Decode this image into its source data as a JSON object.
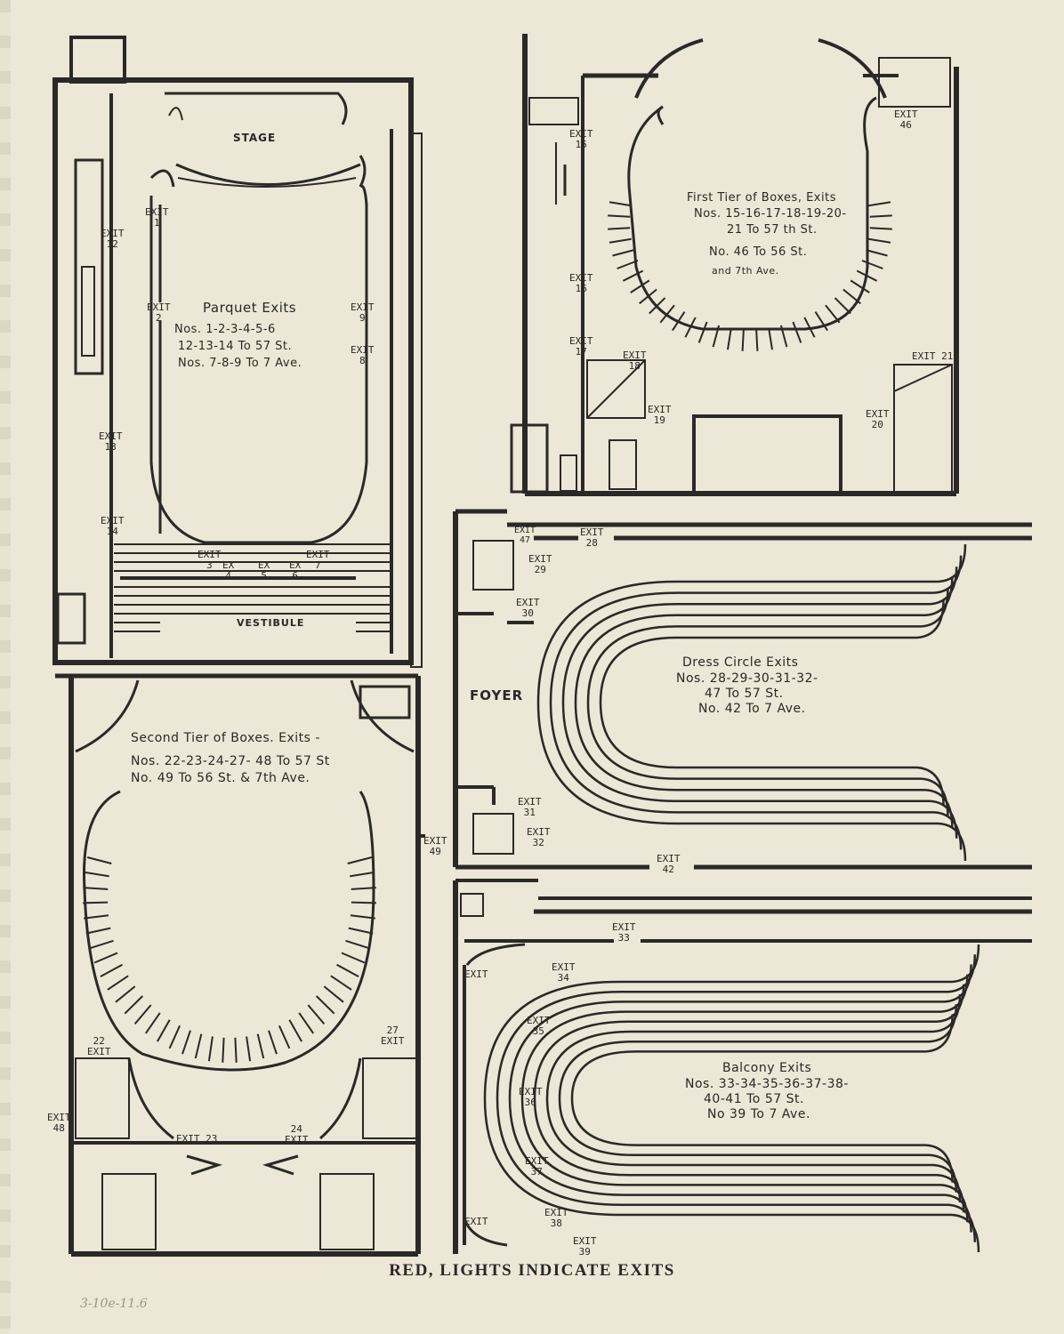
{
  "footer": "RED, LIGHTS INDICATE EXITS",
  "pencil_note": "3-10e-11.6",
  "panels": {
    "parquet": {
      "title": "Parquet Exits",
      "lines": [
        "Nos. 1-2-3-4-5-6",
        "12-13-14 To 57 St.",
        "Nos. 7-8-9 To 7 Ave."
      ],
      "stage": "STAGE",
      "vestibule": "VESTIBULE",
      "exits": [
        {
          "id": "p1",
          "text": "EXIT\n1"
        },
        {
          "id": "p2",
          "text": "EXIT\n2"
        },
        {
          "id": "p12",
          "text": "EXIT\n12"
        },
        {
          "id": "p13",
          "text": "EXIT\n13"
        },
        {
          "id": "p14",
          "text": "EXIT\n14"
        },
        {
          "id": "p9",
          "text": "EXIT\n9"
        },
        {
          "id": "p8",
          "text": "EXIT\n8"
        },
        {
          "id": "p3",
          "text": "EXIT\n3"
        },
        {
          "id": "p4",
          "text": "EX\n4"
        },
        {
          "id": "p5",
          "text": "EX\n5"
        },
        {
          "id": "p6",
          "text": "EX\n6"
        },
        {
          "id": "p7",
          "text": "EXIT\n7"
        }
      ]
    },
    "first_tier": {
      "title": "First Tier of Boxes, Exits",
      "lines": [
        "Nos. 15-16-17-18-19-20-",
        "21 To 57 th St.",
        "No. 46 To 56 St.",
        "and 7th Ave."
      ],
      "exits": [
        {
          "id": "f15",
          "text": "EXIT\n15"
        },
        {
          "id": "f16",
          "text": "EXIT\n16"
        },
        {
          "id": "f17",
          "text": "EXIT\n17"
        },
        {
          "id": "f18",
          "text": "EXIT\n18"
        },
        {
          "id": "f19",
          "text": "EXIT\n19"
        },
        {
          "id": "f46",
          "text": "EXIT\n46"
        },
        {
          "id": "f21",
          "text": "EXIT 21"
        },
        {
          "id": "f20",
          "text": "EXIT\n20"
        }
      ]
    },
    "second_tier": {
      "title": "Second Tier of Boxes. Exits -",
      "lines": [
        "Nos. 22-23-24-27- 48 To 57 St",
        "No. 49 To 56 St. & 7th Ave."
      ],
      "exits": [
        {
          "id": "s22",
          "text": "22\nEXIT"
        },
        {
          "id": "s27",
          "text": "27\nEXIT"
        },
        {
          "id": "s48",
          "text": "EXIT\n48"
        },
        {
          "id": "s23",
          "text": "EXIT 23"
        },
        {
          "id": "s24",
          "text": "24\nEXIT"
        },
        {
          "id": "s49",
          "text": "EXIT\n49"
        }
      ]
    },
    "dress_circle": {
      "title": "Dress Circle Exits",
      "lines": [
        "Nos. 28-29-30-31-32-",
        "47 To 57 St.",
        "No. 42 To 7 Ave."
      ],
      "foyer": "FOYER",
      "exits": [
        {
          "id": "d47",
          "text": "EXIT\n47"
        },
        {
          "id": "d28",
          "text": "EXIT\n28"
        },
        {
          "id": "d29",
          "text": "EXIT\n29"
        },
        {
          "id": "d30",
          "text": "EXIT\n30"
        },
        {
          "id": "d31",
          "text": "EXIT\n31"
        },
        {
          "id": "d32",
          "text": "EXIT\n32"
        },
        {
          "id": "d42",
          "text": "EXIT\n42"
        }
      ]
    },
    "balcony": {
      "title": "Balcony Exits",
      "lines": [
        "Nos. 33-34-35-36-37-38-",
        "40-41 To 57 St.",
        "No 39 To 7 Ave."
      ],
      "exits": [
        {
          "id": "b33",
          "text": "EXIT\n33"
        },
        {
          "id": "b34",
          "text": "EXIT\n34"
        },
        {
          "id": "b35",
          "text": "EXIT\n35"
        },
        {
          "id": "b36",
          "text": "EXIT\n36"
        },
        {
          "id": "b37",
          "text": "EXIT\n37"
        },
        {
          "id": "b38",
          "text": "EXIT\n38"
        },
        {
          "id": "b39",
          "text": "EXIT\n39"
        },
        {
          "id": "b40",
          "text": "EXIT"
        },
        {
          "id": "b41",
          "text": "EXIT"
        }
      ]
    }
  }
}
